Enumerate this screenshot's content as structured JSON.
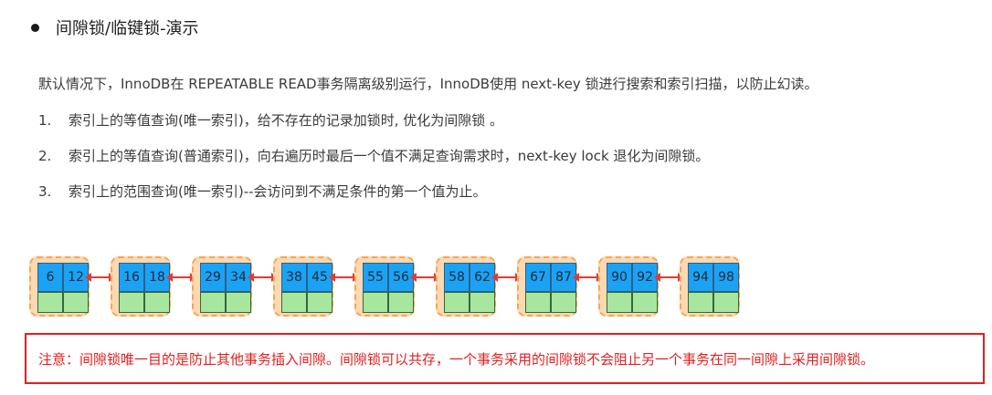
{
  "heading": {
    "title": "间隙锁/临键锁-演示"
  },
  "intro": "默认情况下，InnoDB在 REPEATABLE READ事务隔离级别运行，InnoDB使用 next-key 锁进行搜索和索引扫描，以防止幻读。",
  "rules": [
    {
      "num": "1.",
      "text": "索引上的等值查询(唯一索引)，给不存在的记录加锁时, 优化为间隙锁 。"
    },
    {
      "num": "2.",
      "text": "索引上的等值查询(普通索引)，向右遍历时最后一个值不满足查询需求时，next-key lock 退化为间隙锁。"
    },
    {
      "num": "3.",
      "text": "索引上的范围查询(唯一索引)--会访问到不满足条件的第一个值为止。"
    }
  ],
  "index_nodes": [
    {
      "keys": [
        "6",
        "12"
      ]
    },
    {
      "keys": [
        "16",
        "18"
      ]
    },
    {
      "keys": [
        "29",
        "34"
      ]
    },
    {
      "keys": [
        "38",
        "45"
      ]
    },
    {
      "keys": [
        "55",
        "56"
      ]
    },
    {
      "keys": [
        "58",
        "62"
      ]
    },
    {
      "keys": [
        "67",
        "87"
      ]
    },
    {
      "keys": [
        "90",
        "92"
      ]
    },
    {
      "keys": [
        "94",
        "98"
      ]
    }
  ],
  "note": "注意：间隙锁唯一目的是防止其他事务插入间隙。间隙锁可以共存，一个事务采用的间隙锁不会阻止另一个事务在同一间隙上采用间隙锁。",
  "colors": {
    "node_bg": "#fcd9b0",
    "node_border": "#f2a65a",
    "key_cell": "#1aa3f5",
    "data_cell": "#a8e6a0",
    "arrow": "#e53935",
    "note": "#e02020"
  }
}
